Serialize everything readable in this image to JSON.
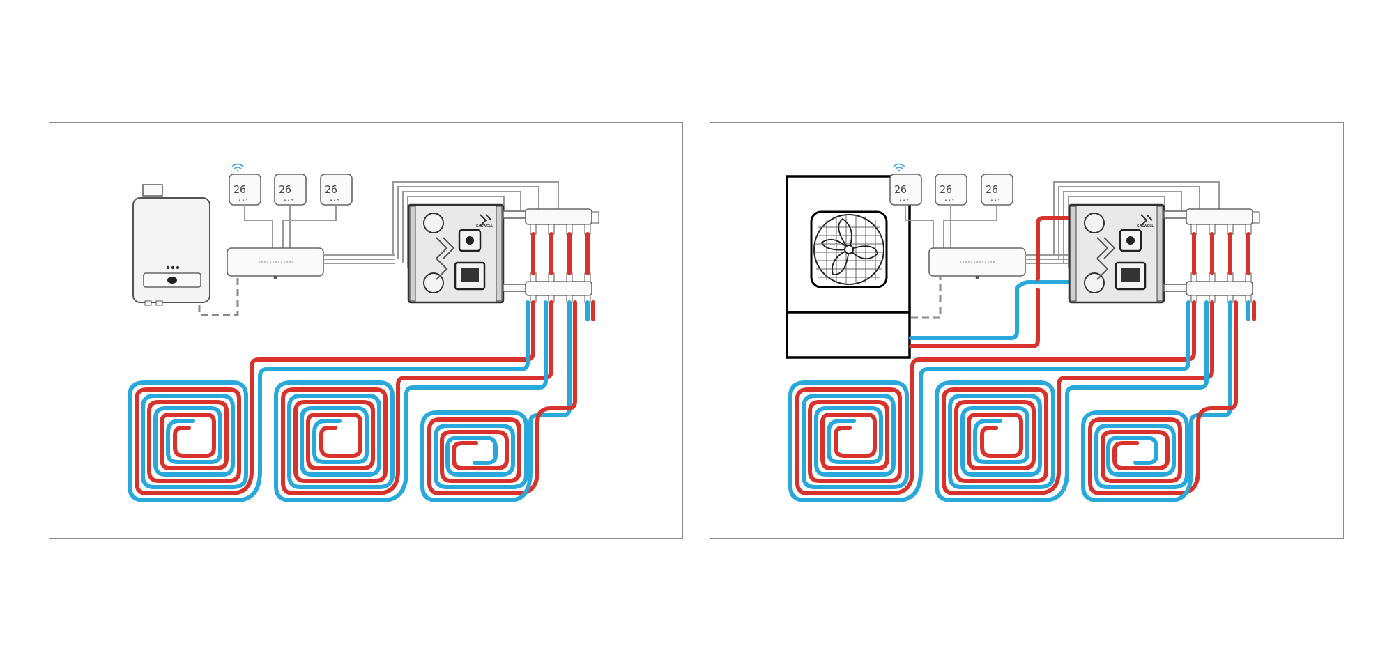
{
  "diagrams": [
    {
      "heat_source": "boiler",
      "thermostats": [
        {
          "display": "26",
          "wifi": true
        },
        {
          "display": "26",
          "wifi": false
        },
        {
          "display": "26",
          "wifi": false
        }
      ],
      "zones": 3
    },
    {
      "heat_source": "heat-pump",
      "thermostats": [
        {
          "display": "26",
          "wifi": true
        },
        {
          "display": "26",
          "wifi": false
        },
        {
          "display": "26",
          "wifi": false
        }
      ],
      "zones": 3
    }
  ],
  "colors": {
    "supply_pipe": "#d7322b",
    "return_pipe": "#29a8db",
    "control_wire": "#9a9a9a",
    "frame": "#8a8a8a"
  },
  "icons": [
    "wifi-icon",
    "fan-icon",
    "pump-icon",
    "display-icon",
    "logo-icon"
  ]
}
